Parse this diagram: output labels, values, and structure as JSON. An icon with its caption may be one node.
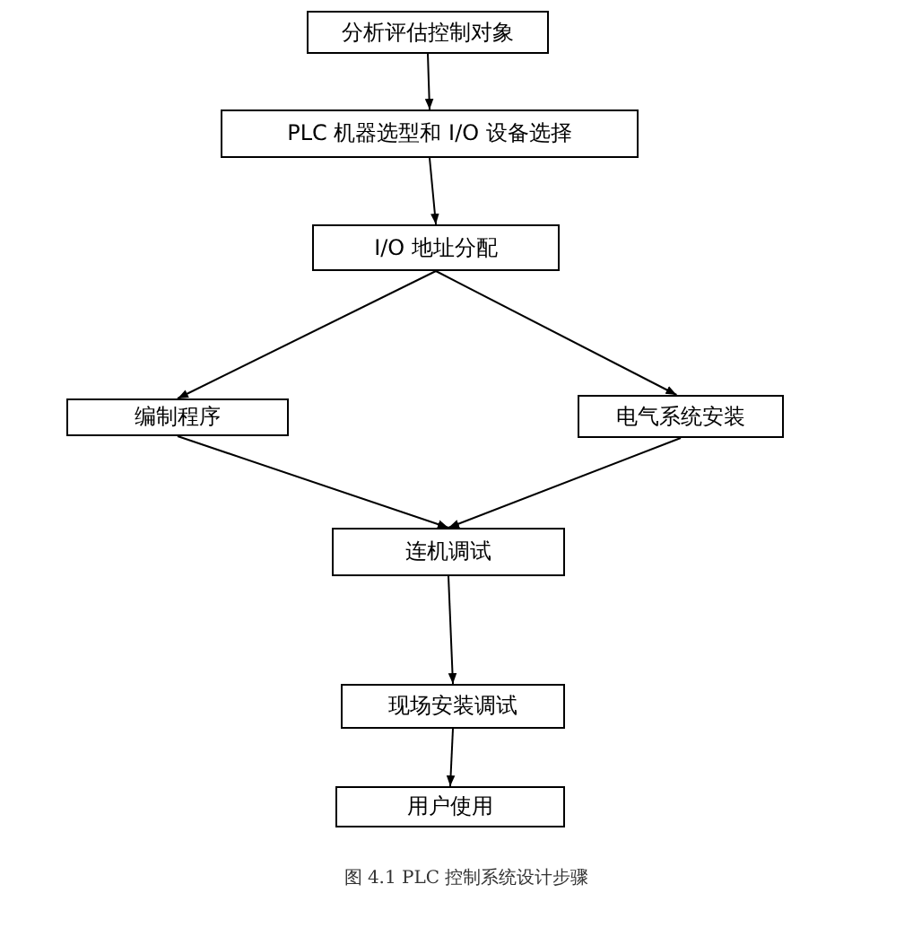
{
  "diagram": {
    "caption": "图 4.1   PLC 控制系统设计步骤",
    "nodes": [
      {
        "text": [
          "分析评估控制对象"
        ]
      },
      {
        "text": [
          "PLC 机器选型和 I/O 设备选择"
        ]
      },
      {
        "text": [
          "I/O 地址分配"
        ]
      },
      {
        "text": [
          "编制程序"
        ]
      },
      {
        "text": [
          "电气系统安装"
        ]
      },
      {
        "text": [
          "连机调试"
        ]
      },
      {
        "text": [
          "现场安装调试"
        ]
      },
      {
        "text": [
          "用户使用"
        ]
      }
    ],
    "edges": [
      {
        "from": 0,
        "to": 1,
        "arrow": "to"
      },
      {
        "from": 1,
        "to": 2,
        "arrow": "to"
      },
      {
        "from": 2,
        "to": 3,
        "arrow": "to"
      },
      {
        "from": 2,
        "to": 4,
        "arrow": "to"
      },
      {
        "from": 3,
        "to": 5,
        "arrow": "to"
      },
      {
        "from": 4,
        "to": 5,
        "arrow": "to"
      },
      {
        "from": 5,
        "to": 6,
        "arrow": "to"
      },
      {
        "from": 6,
        "to": 7,
        "arrow": "to"
      }
    ]
  }
}
